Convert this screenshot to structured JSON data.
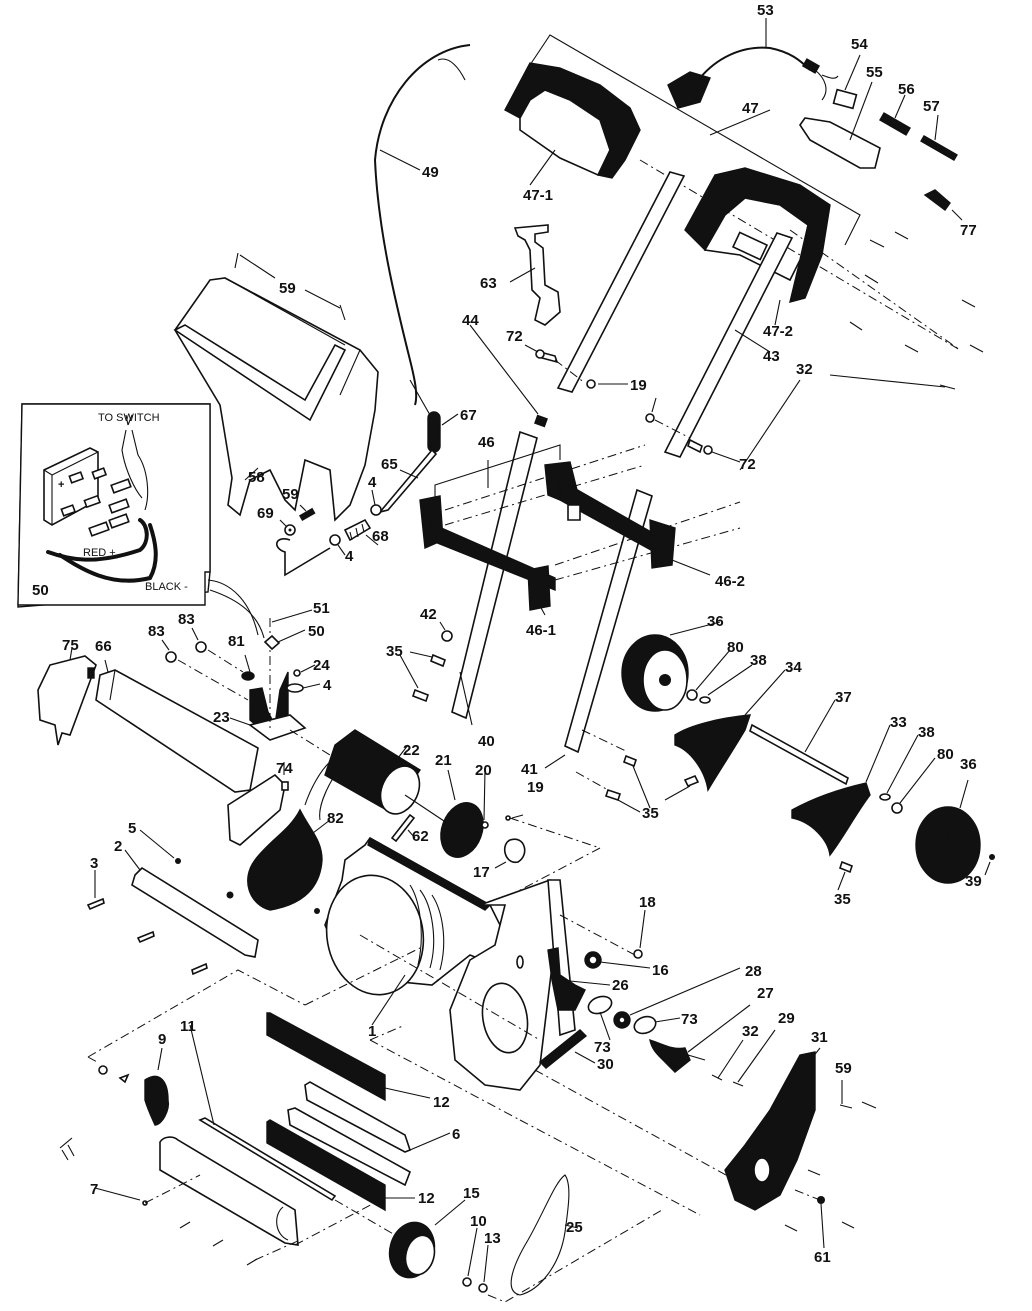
{
  "diagram": {
    "title": "",
    "type": "exploded-parts-view",
    "subject": "electric snow thrower",
    "inset": {
      "callout_number": "50",
      "labels": {
        "to_switch": "TO SWITCH",
        "red": "RED +",
        "black": "BLACK -"
      }
    },
    "callouts": [
      {
        "id": "p53",
        "text": "53"
      },
      {
        "id": "p54",
        "text": "54"
      },
      {
        "id": "p55",
        "text": "55"
      },
      {
        "id": "p56",
        "text": "56"
      },
      {
        "id": "p57",
        "text": "57"
      },
      {
        "id": "p47",
        "text": "47"
      },
      {
        "id": "p47-1",
        "text": "47-1"
      },
      {
        "id": "p47-2",
        "text": "47-2"
      },
      {
        "id": "p77",
        "text": "77"
      },
      {
        "id": "p49",
        "text": "49"
      },
      {
        "id": "p59a",
        "text": "59"
      },
      {
        "id": "p63",
        "text": "63"
      },
      {
        "id": "p44",
        "text": "44"
      },
      {
        "id": "p72a",
        "text": "72"
      },
      {
        "id": "p19a",
        "text": "19"
      },
      {
        "id": "p43",
        "text": "43"
      },
      {
        "id": "p32a",
        "text": "32"
      },
      {
        "id": "p72b",
        "text": "72"
      },
      {
        "id": "p67",
        "text": "67"
      },
      {
        "id": "p46",
        "text": "46"
      },
      {
        "id": "p58",
        "text": "58"
      },
      {
        "id": "p65",
        "text": "65"
      },
      {
        "id": "p4a",
        "text": "4"
      },
      {
        "id": "p59b",
        "text": "59"
      },
      {
        "id": "p69",
        "text": "69"
      },
      {
        "id": "p68",
        "text": "68"
      },
      {
        "id": "p4b",
        "text": "4"
      },
      {
        "id": "p46-2",
        "text": "46-2"
      },
      {
        "id": "p46-1",
        "text": "46-1"
      },
      {
        "id": "p51",
        "text": "51"
      },
      {
        "id": "p50",
        "text": "50"
      },
      {
        "id": "p42",
        "text": "42"
      },
      {
        "id": "p83a",
        "text": "83"
      },
      {
        "id": "p83b",
        "text": "83"
      },
      {
        "id": "p81",
        "text": "81"
      },
      {
        "id": "p24",
        "text": "24"
      },
      {
        "id": "p4c",
        "text": "4"
      },
      {
        "id": "p35a",
        "text": "35"
      },
      {
        "id": "p75",
        "text": "75"
      },
      {
        "id": "p66",
        "text": "66"
      },
      {
        "id": "p23",
        "text": "23"
      },
      {
        "id": "p40",
        "text": "40"
      },
      {
        "id": "p36a",
        "text": "36"
      },
      {
        "id": "p80a",
        "text": "80"
      },
      {
        "id": "p38a",
        "text": "38"
      },
      {
        "id": "p34",
        "text": "34"
      },
      {
        "id": "p37",
        "text": "37"
      },
      {
        "id": "p22",
        "text": "22"
      },
      {
        "id": "p21",
        "text": "21"
      },
      {
        "id": "p20",
        "text": "20"
      },
      {
        "id": "p74",
        "text": "74"
      },
      {
        "id": "p41",
        "text": "41"
      },
      {
        "id": "p19b",
        "text": "19"
      },
      {
        "id": "p35b",
        "text": "35"
      },
      {
        "id": "p33",
        "text": "33"
      },
      {
        "id": "p38b",
        "text": "38"
      },
      {
        "id": "p80b",
        "text": "80"
      },
      {
        "id": "p36b",
        "text": "36"
      },
      {
        "id": "p82",
        "text": "82"
      },
      {
        "id": "p62",
        "text": "62"
      },
      {
        "id": "p5",
        "text": "5"
      },
      {
        "id": "p2",
        "text": "2"
      },
      {
        "id": "p3",
        "text": "3"
      },
      {
        "id": "p17",
        "text": "17"
      },
      {
        "id": "p35c",
        "text": "35"
      },
      {
        "id": "p39",
        "text": "39"
      },
      {
        "id": "p18",
        "text": "18"
      },
      {
        "id": "p16",
        "text": "16"
      },
      {
        "id": "p26",
        "text": "26"
      },
      {
        "id": "p28",
        "text": "28"
      },
      {
        "id": "p1",
        "text": "1"
      },
      {
        "id": "p73a",
        "text": "73"
      },
      {
        "id": "p27",
        "text": "27"
      },
      {
        "id": "p73b",
        "text": "73"
      },
      {
        "id": "p32b",
        "text": "32"
      },
      {
        "id": "p29",
        "text": "29"
      },
      {
        "id": "p31",
        "text": "31"
      },
      {
        "id": "p59c",
        "text": "59"
      },
      {
        "id": "p30",
        "text": "30"
      },
      {
        "id": "p9",
        "text": "9"
      },
      {
        "id": "p11",
        "text": "11"
      },
      {
        "id": "p12a",
        "text": "12"
      },
      {
        "id": "p6",
        "text": "6"
      },
      {
        "id": "p12b",
        "text": "12"
      },
      {
        "id": "p7",
        "text": "7"
      },
      {
        "id": "p15",
        "text": "15"
      },
      {
        "id": "p10",
        "text": "10"
      },
      {
        "id": "p13",
        "text": "13"
      },
      {
        "id": "p25",
        "text": "25"
      },
      {
        "id": "p61",
        "text": "61"
      }
    ]
  }
}
